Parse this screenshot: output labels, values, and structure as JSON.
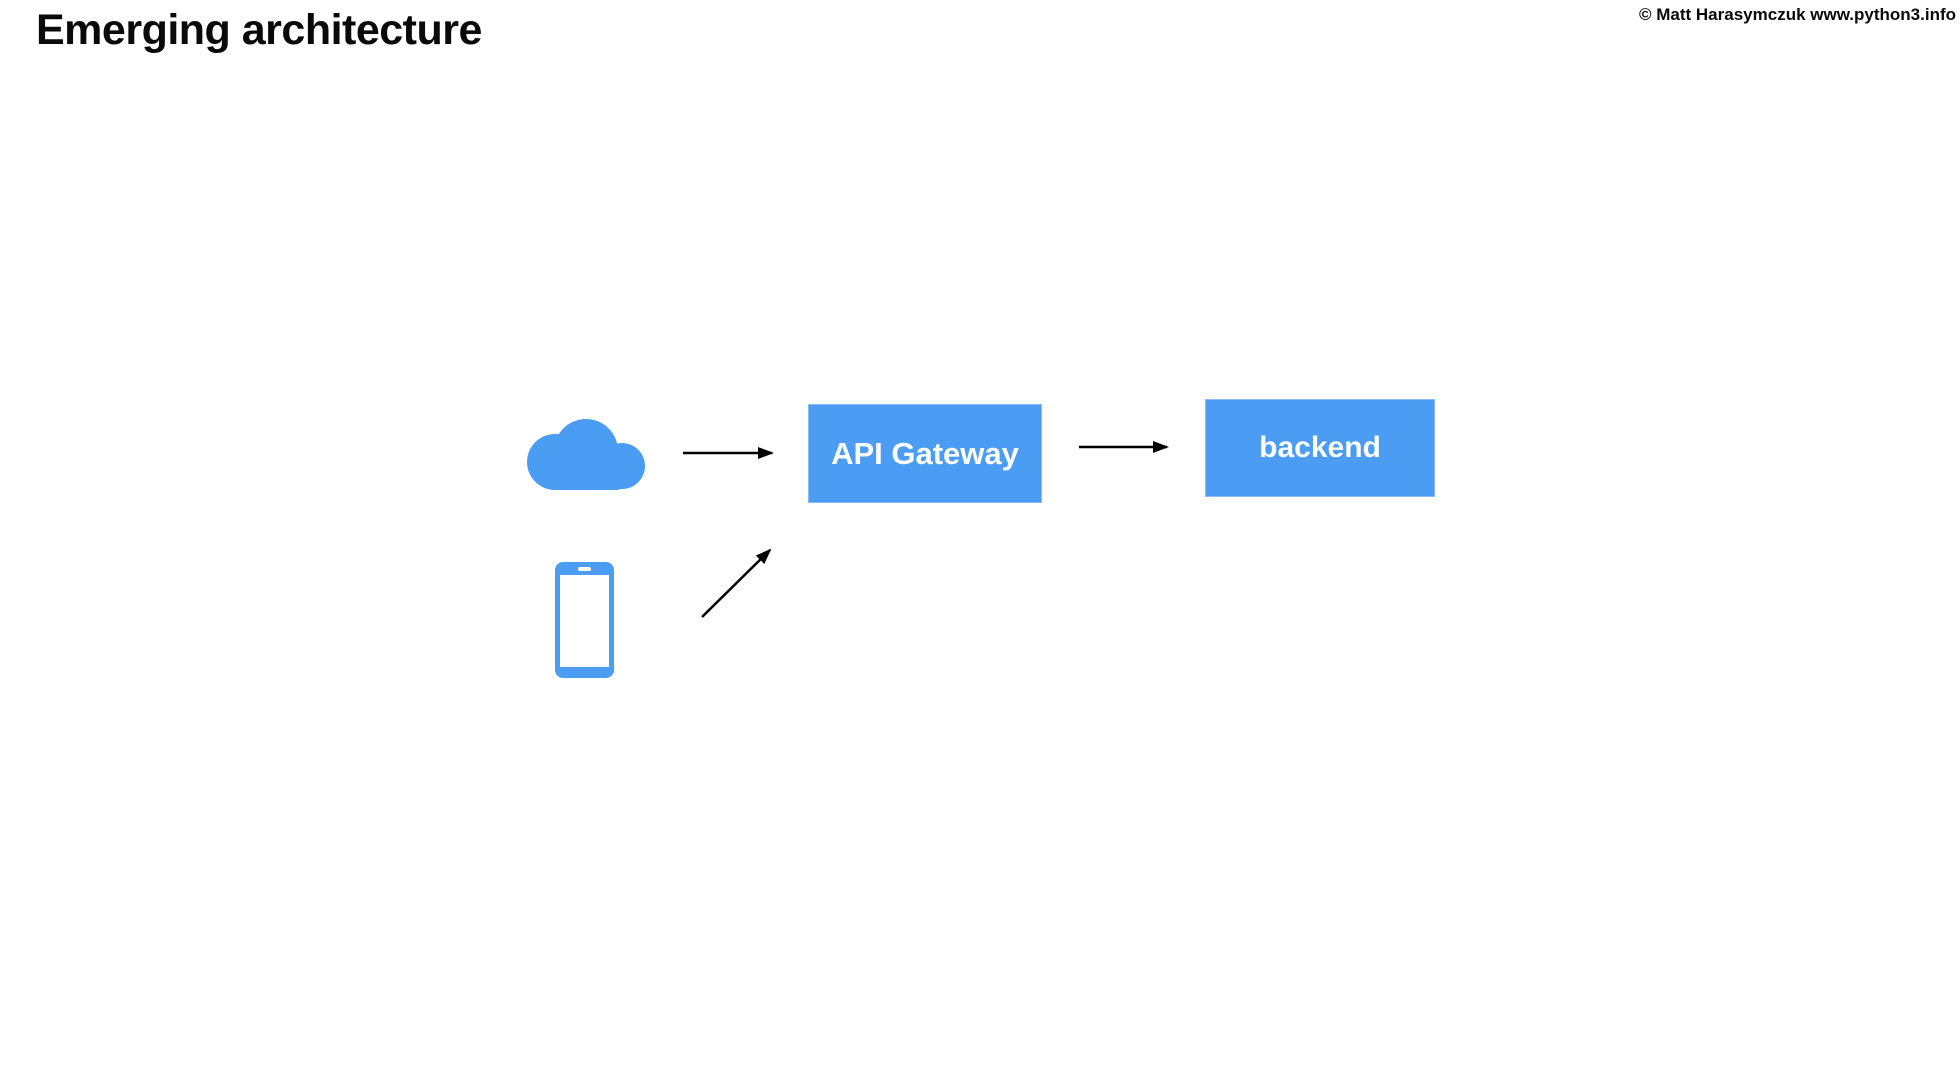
{
  "page": {
    "title": "Emerging architecture",
    "copyright": "© Matt Harasymczuk www.python3.info",
    "background_color": "#ffffff",
    "title_color": "#0a0a0a"
  },
  "diagram": {
    "accent_color": "#4a9df2",
    "node_text_color": "#ffffff",
    "arrow_color": "#000000",
    "nodes": [
      {
        "id": "cloud",
        "kind": "cloud-icon",
        "label": ""
      },
      {
        "id": "mobile",
        "kind": "smartphone-icon",
        "label": ""
      },
      {
        "id": "api_gateway",
        "kind": "box",
        "label": "API Gateway"
      },
      {
        "id": "backend",
        "kind": "box",
        "label": "backend"
      }
    ],
    "edges": [
      {
        "from": "cloud",
        "to": "api_gateway",
        "direction": "right"
      },
      {
        "from": "api_gateway",
        "to": "backend",
        "direction": "right"
      },
      {
        "from": "mobile",
        "to": "api_gateway",
        "direction": "up-right"
      }
    ]
  }
}
